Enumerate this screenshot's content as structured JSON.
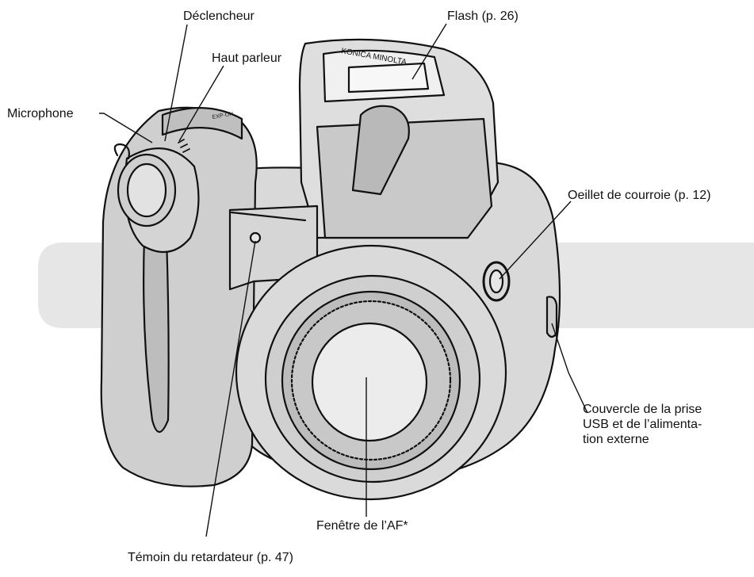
{
  "labels": {
    "declencheur": "Déclencheur",
    "flash": "Flash (p. 26)",
    "haut_parleur": "Haut parleur",
    "microphone": "Microphone",
    "oeillet": "Oeillet de courroie (p. 12)",
    "couvercle": [
      "Couvercle de la prise",
      "USB et de l’alimenta-",
      "tion externe"
    ],
    "fenetre_af": "Fenêtre de l’AF*",
    "temoin": "Témoin du retardateur (p. 47)"
  },
  "camera": {
    "brand_text": "KONICA MINOLTA",
    "dial_text": "EXP·ON"
  },
  "colors": {
    "band": "#e6e6e6",
    "body": "#dcdcdc",
    "body_dark": "#bdbdbd",
    "outline": "#111111",
    "lens_face": "#ececec",
    "leader": "#111111"
  }
}
